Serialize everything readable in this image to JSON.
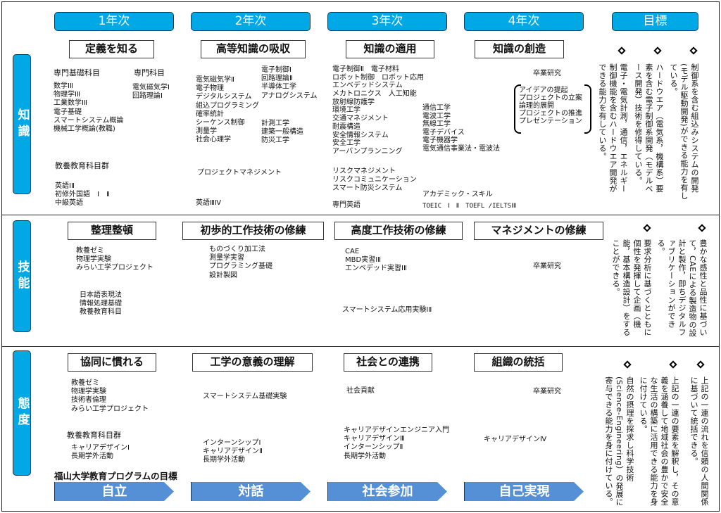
{
  "years": [
    "1年次",
    "2年次",
    "3年次",
    "4年次",
    "目標"
  ],
  "sides": [
    "知識",
    "技能",
    "態度"
  ],
  "knowledge": {
    "headers": [
      "定義を知る",
      "高等知識の吸収",
      "知識の適用",
      "知識の創造"
    ],
    "y1_basic_title": "専門基礎科目",
    "y1_basic": [
      "数学ⅠⅡ",
      "物理学ⅠⅡ",
      "工業数学ⅠⅡ",
      "電子基礎",
      "スマートシステム概論",
      "機械工学概論(教職)"
    ],
    "y1_major_title": "専門科目",
    "y1_major": [
      "電気磁気学Ⅰ",
      "回路理論Ⅰ"
    ],
    "y1_liberal_title": "教養教育科目群",
    "y1_lang": [
      "英語ⅠⅡ",
      "初修外国語　Ⅰ　Ⅱ",
      "中級英語"
    ],
    "y2_left": [
      "電気磁気学Ⅱ",
      "電子物理",
      "デジタルシステム",
      "組込プログラミング",
      "確率統計",
      "シーケンス制御",
      "測量学",
      "社会心理学"
    ],
    "y2_right_a": [
      "電子制御Ⅰ",
      "回路理論Ⅱ",
      "半導体工学",
      "アナログシステム"
    ],
    "y2_right_b": [
      "計測工学",
      "建築一般構造",
      "防災工学"
    ],
    "y2_pm": "プロジェクトマネジメント",
    "y2_eng": "英語ⅢⅣ",
    "y3_list": [
      "電子制御Ⅱ　電子材料",
      "ロボット制御　ロボット応用",
      "エンベデッドシステム",
      "メカトロニクス　人工知能",
      "放射線防護学",
      "環境工学",
      "交通マネジメント",
      "耐震構造",
      "安全情報システム",
      "安全工学",
      "アーバンプランニング"
    ],
    "y3_risk": [
      "リスクマネジメント",
      "リスクコミュニケーション",
      "スマート防災システム"
    ],
    "y3_eng": "専門英語",
    "y34_comm": [
      "通信工学",
      "電波工学",
      "無線工学",
      "電子デバイス",
      "電子機器学",
      "電気通信事業法・電波法"
    ],
    "y34_acad": "アカデミック・スキル",
    "y34_toeic": "TOEIC　Ⅰ　Ⅱ　TOEFL /IELTSⅠⅡ",
    "y4_research": "卒業研究",
    "y4_group": [
      "アイデアの提起",
      "プロジェクトの立案",
      "論理的展開",
      "プロジェクトの推進",
      "プレゼンテーション"
    ],
    "goals": [
      "制御系を含む組込みシステムの開発(モデル駆動開発)ができる能力を有している。",
      "ハードウエア（電気系，機構系）要素を含む電子制御系開発（モデルベース開発）技術を修得している。",
      "電子・電気計測，通信，エネルギー制御機能を含むハードウエア開発ができる能力を有している。"
    ]
  },
  "skill": {
    "headers": [
      "整理整頓",
      "初歩的工作技術の修練",
      "高度工作技術の修練",
      "マネジメントの修練"
    ],
    "y1_a": [
      "教養ゼミ",
      "物理学実験",
      "みらい工学プロジェクト"
    ],
    "y1_b": [
      "日本語表現法",
      "情報処理基礎",
      "教養教育科目"
    ],
    "y2": [
      "ものづくり加工法",
      "測量学実習",
      "プログラミング基礎",
      "設計製図"
    ],
    "y3_a": [
      "CAE",
      "MBD実習ⅠⅡ",
      "エンベデッド実習ⅠⅡ"
    ],
    "y3_b": "スマートシステム応用実験ⅠⅡ",
    "y4": "卒業研究",
    "goals": [
      "豊かな感性と品性に基づいて，CAEによる製造物の設計と製作，即ちデジタルファブリケーションができる。",
      "要求分析に基づくとともに個性を発揮して企画（機能，基本構造設計）をすることができる。"
    ]
  },
  "attitude": {
    "headers": [
      "協同に慣れる",
      "工学の意義の理解",
      "社会との連携",
      "組織の統括"
    ],
    "y1_a": [
      "教養ゼミ",
      "物理学実験",
      "技術者倫理",
      "みらい工学プロジェクト"
    ],
    "y1_liberal_title": "教養教育科目群",
    "y1_b": [
      "キャリアデザインⅠ",
      "長期学外活動"
    ],
    "y2_a": "スマートシステム基礎実験",
    "y2_b": [
      "インターンシップⅠ",
      "キャリアデザインⅡ",
      "長期学外活動"
    ],
    "y3_a": "社会貢献",
    "y3_b": [
      "キャリアデザインエンジニア入門",
      "キャリアデザインⅢ",
      "インターンシップⅡ",
      "長期学外活動"
    ],
    "y4_a": "卒業研究",
    "y4_b": "キャリアデザインⅣ",
    "goals": [
      "上記の一連の流れを信頼の人間関係に基づいて統括できる。",
      "上記の一連の要素を解釈し，その意義を涵養して地域社会の豊かで安全な生活の構築に活用できる能力を身に付けている。",
      "自然の摂理を探求し科学技術(Science-Engineering）の発展に寄与できる能力を身に付けている。"
    ]
  },
  "program": {
    "title": "福山大学教育プログラムの目標",
    "arrows": [
      "自立",
      "対話",
      "社会参加",
      "自己実現"
    ]
  },
  "colors": {
    "year": "#00a8e6",
    "arrow": "#5590d6"
  }
}
